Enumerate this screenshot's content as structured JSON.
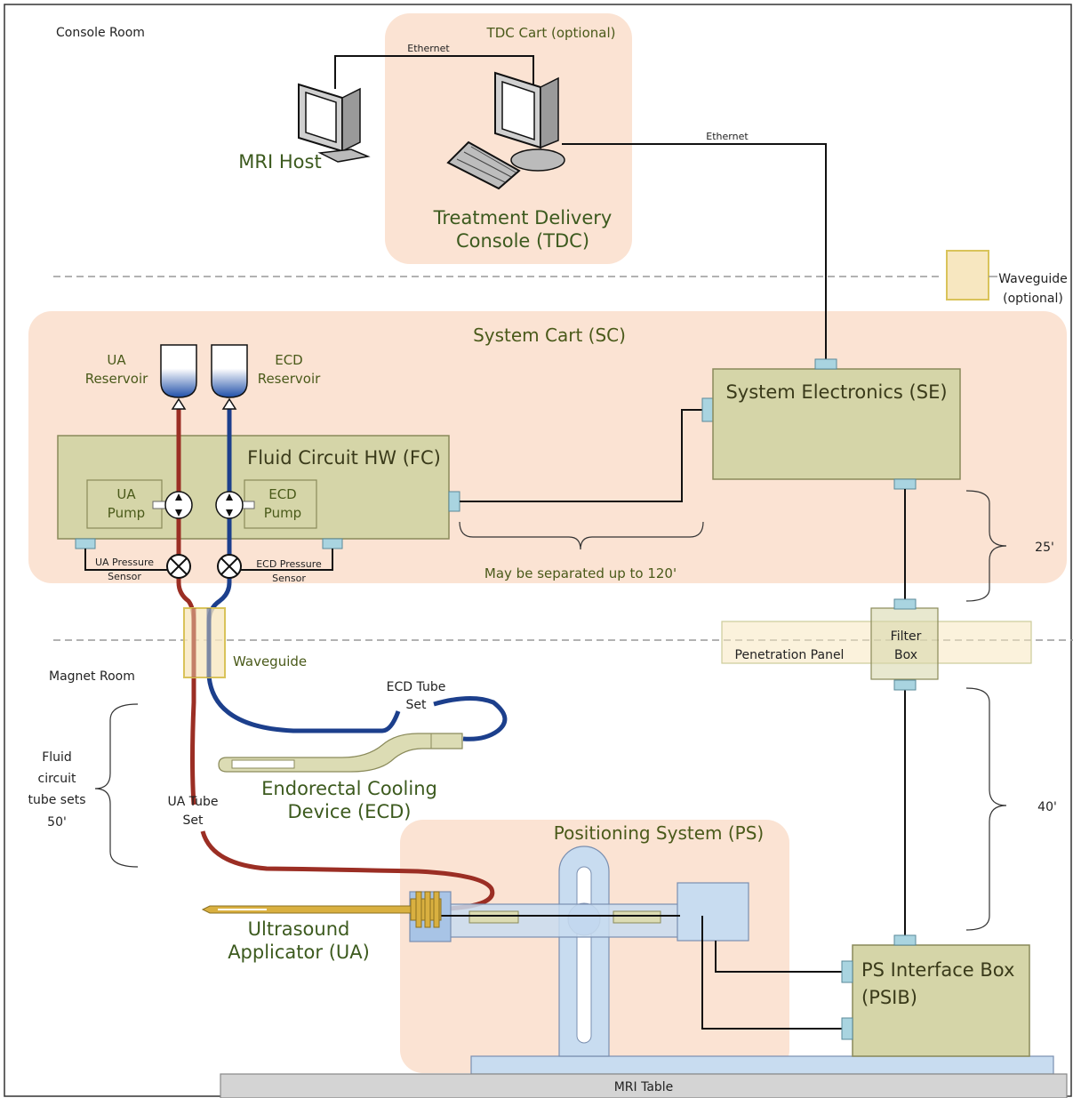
{
  "labels": {
    "console_room": "Console Room",
    "magnet_room": "Magnet Room",
    "tdc_cart": "TDC Cart (optional)",
    "ethernet_top": "Ethernet",
    "ethernet_right": "Ethernet",
    "mri_host": "MRI Host",
    "tdc_line1": "Treatment Delivery",
    "tdc_line2": "Console (TDC)",
    "waveguide_legend_line1": "Waveguide",
    "waveguide_legend_line2": "(optional)",
    "system_cart": "System Cart (SC)",
    "ua_reservoir_line1": "UA",
    "ua_reservoir_line2": "Reservoir",
    "ecd_reservoir_line1": "ECD",
    "ecd_reservoir_line2": "Reservoir",
    "fluid_circuit": "Fluid Circuit HW (FC)",
    "ua_pump_line1": "UA",
    "ua_pump_line2": "Pump",
    "ecd_pump_line1": "ECD",
    "ecd_pump_line2": "Pump",
    "ua_pressure_line1": "UA Pressure",
    "ua_pressure_line2": "Sensor",
    "ecd_pressure_line1": "ECD Pressure",
    "ecd_pressure_line2": "Sensor",
    "system_electronics": "System Electronics (SE)",
    "separated": "May be separated up to 120'",
    "dist_25": "25'",
    "dist_40": "40'",
    "waveguide": "Waveguide",
    "penetration_panel": "Penetration Panel",
    "filter_box_line1": "Filter",
    "filter_box_line2": "Box",
    "ecd_tube_line1": "ECD Tube",
    "ecd_tube_line2": "Set",
    "fluid_sets_line1": "Fluid",
    "fluid_sets_line2": "circuit",
    "fluid_sets_line3": "tube sets",
    "fluid_sets_line4": "50'",
    "ua_tube_line1": "UA Tube",
    "ua_tube_line2": "Set",
    "ecd_device_line1": "Endorectal Cooling",
    "ecd_device_line2": "Device (ECD)",
    "positioning_system": "Positioning System (PS)",
    "ua_line1": "Ultrasound",
    "ua_line2": "Applicator (UA)",
    "psib_line1": "PS Interface Box",
    "psib_line2": "(PSIB)",
    "mri_table": "MRI Table"
  },
  "colors": {
    "zone_fill": "#fbe3d3",
    "box_fill": "#d5d5a8",
    "box_stroke": "#8a8a5a",
    "connector_fill": "#a9d4e0",
    "ua_tube": "#9b2e24",
    "ecd_tube": "#1c3f8c",
    "ps_fill": "#c8dcf0",
    "ps_stroke": "#7a8fb0",
    "waveguide_fill": "#f7e7c0",
    "waveguide_stroke": "#d9c35a",
    "label_green": "#4a5a1a"
  },
  "icons": [
    "monitor-icon",
    "keyboard-icon",
    "reservoir-icon",
    "pump-icon",
    "valve-icon",
    "brace-icon"
  ]
}
